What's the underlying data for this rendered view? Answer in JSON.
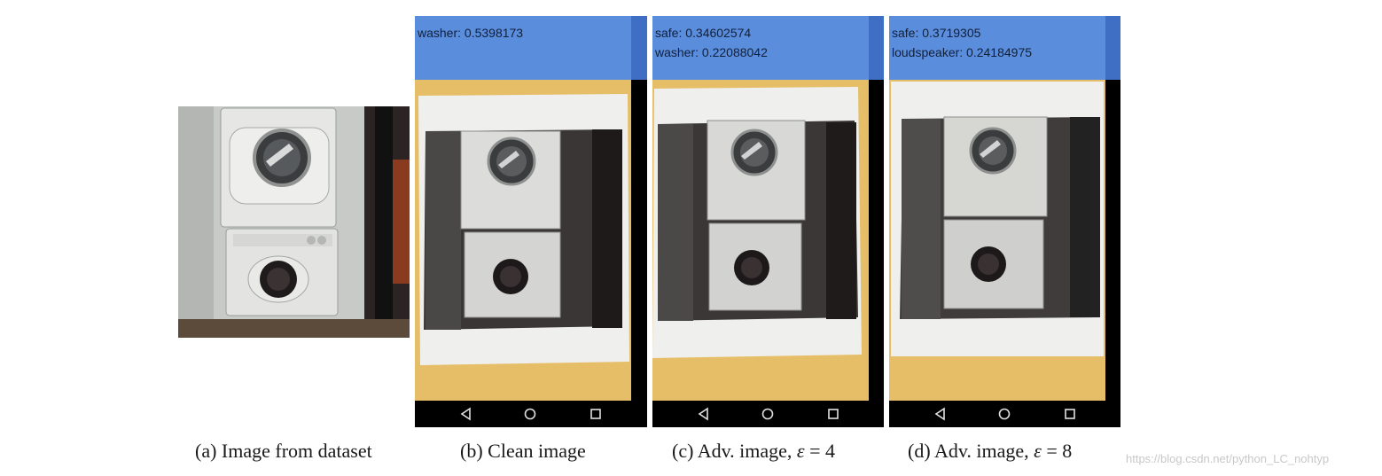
{
  "panels": [
    {
      "caption": "(a) Image from dataset"
    },
    {
      "caption": "(b) Clean image",
      "predictions": [
        "washer: 0.5398173"
      ]
    },
    {
      "caption_prefix": "(c) Adv. image, ",
      "caption_eps": "ε",
      "caption_suffix": " = 4",
      "predictions": [
        "safe: 0.34602574",
        "washer: 0.22088042"
      ]
    },
    {
      "caption_prefix": "(d) Adv. image, ",
      "caption_eps": "ε",
      "caption_suffix": " = 8",
      "predictions": [
        "safe: 0.3719305",
        "loudspeaker: 0.24184975"
      ]
    }
  ],
  "nav_icons": [
    "back-triangle-icon",
    "home-circle-icon",
    "recents-square-icon"
  ],
  "watermark": "https://blog.csdn.net/python_LC_nohtyp",
  "colors": {
    "app_bar": "#5b8ddd",
    "table_wood": "#e8c06a",
    "paper": "#efefee",
    "nav_bar": "#000000"
  }
}
